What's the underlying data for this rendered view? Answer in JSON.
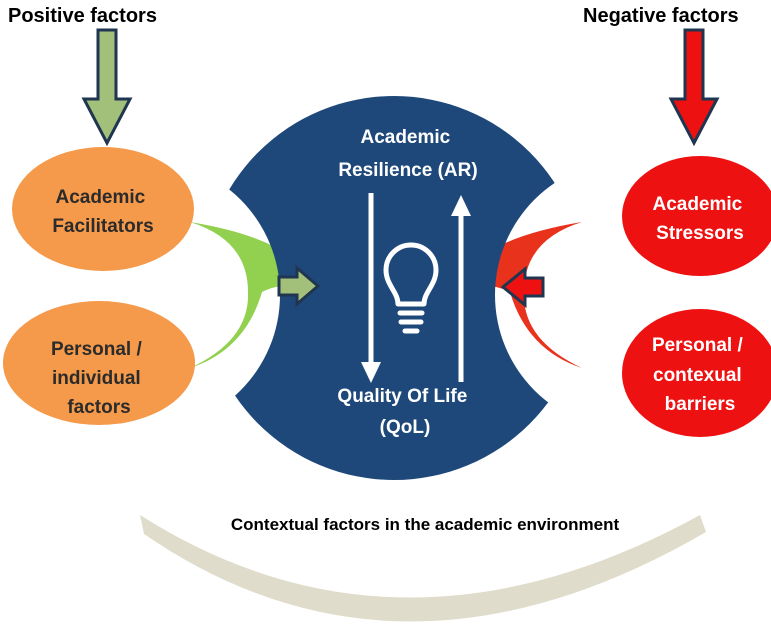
{
  "headings": {
    "positive": "Positive factors",
    "negative": "Negative factors"
  },
  "left_nodes": {
    "facilitators": [
      "Academic",
      "Facilitators"
    ],
    "personal": [
      "Personal /",
      "individual",
      "factors"
    ]
  },
  "right_nodes": {
    "stressors": [
      "Academic",
      "Stressors"
    ],
    "barriers": [
      "Personal /",
      "contexual",
      "barriers"
    ]
  },
  "center": {
    "top": [
      "Academic",
      "Resilience (AR)"
    ],
    "bottom": [
      "Quality Of Life",
      "(QoL)"
    ],
    "icon": "lightbulb-icon"
  },
  "footer": {
    "label": "Contextual factors in the academic environment"
  },
  "colors": {
    "orange": "#f5994a",
    "red": "#ee1111",
    "navy": "#1e487a",
    "green": "#92d050",
    "green_arrow": "#a3c07a",
    "red_arrow": "#e8321c",
    "arc": "#e0dccb",
    "outline": "#1f3550"
  }
}
